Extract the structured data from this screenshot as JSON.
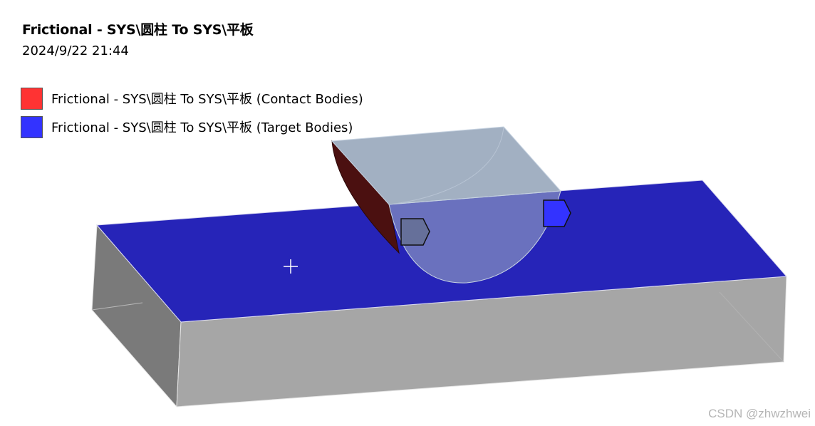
{
  "header": {
    "title": "Frictional - SYS\\圆柱 To SYS\\平板",
    "timestamp": "2024/9/22 21:44"
  },
  "legend": {
    "items": [
      {
        "label": "Frictional - SYS\\圆柱 To SYS\\平板 (Contact Bodies)",
        "color": "#ff3333"
      },
      {
        "label": "Frictional - SYS\\圆柱 To SYS\\平板 (Target Bodies)",
        "color": "#3333ff"
      }
    ]
  },
  "colors": {
    "plate_top": "#2624b8",
    "plate_front": "#a6a6a6",
    "plate_left": "#7a7a7a",
    "cylinder_face": "#a2b0c2",
    "cylinder_shadow": "#4b1010"
  },
  "watermark": "CSDN @zhwzhwei"
}
